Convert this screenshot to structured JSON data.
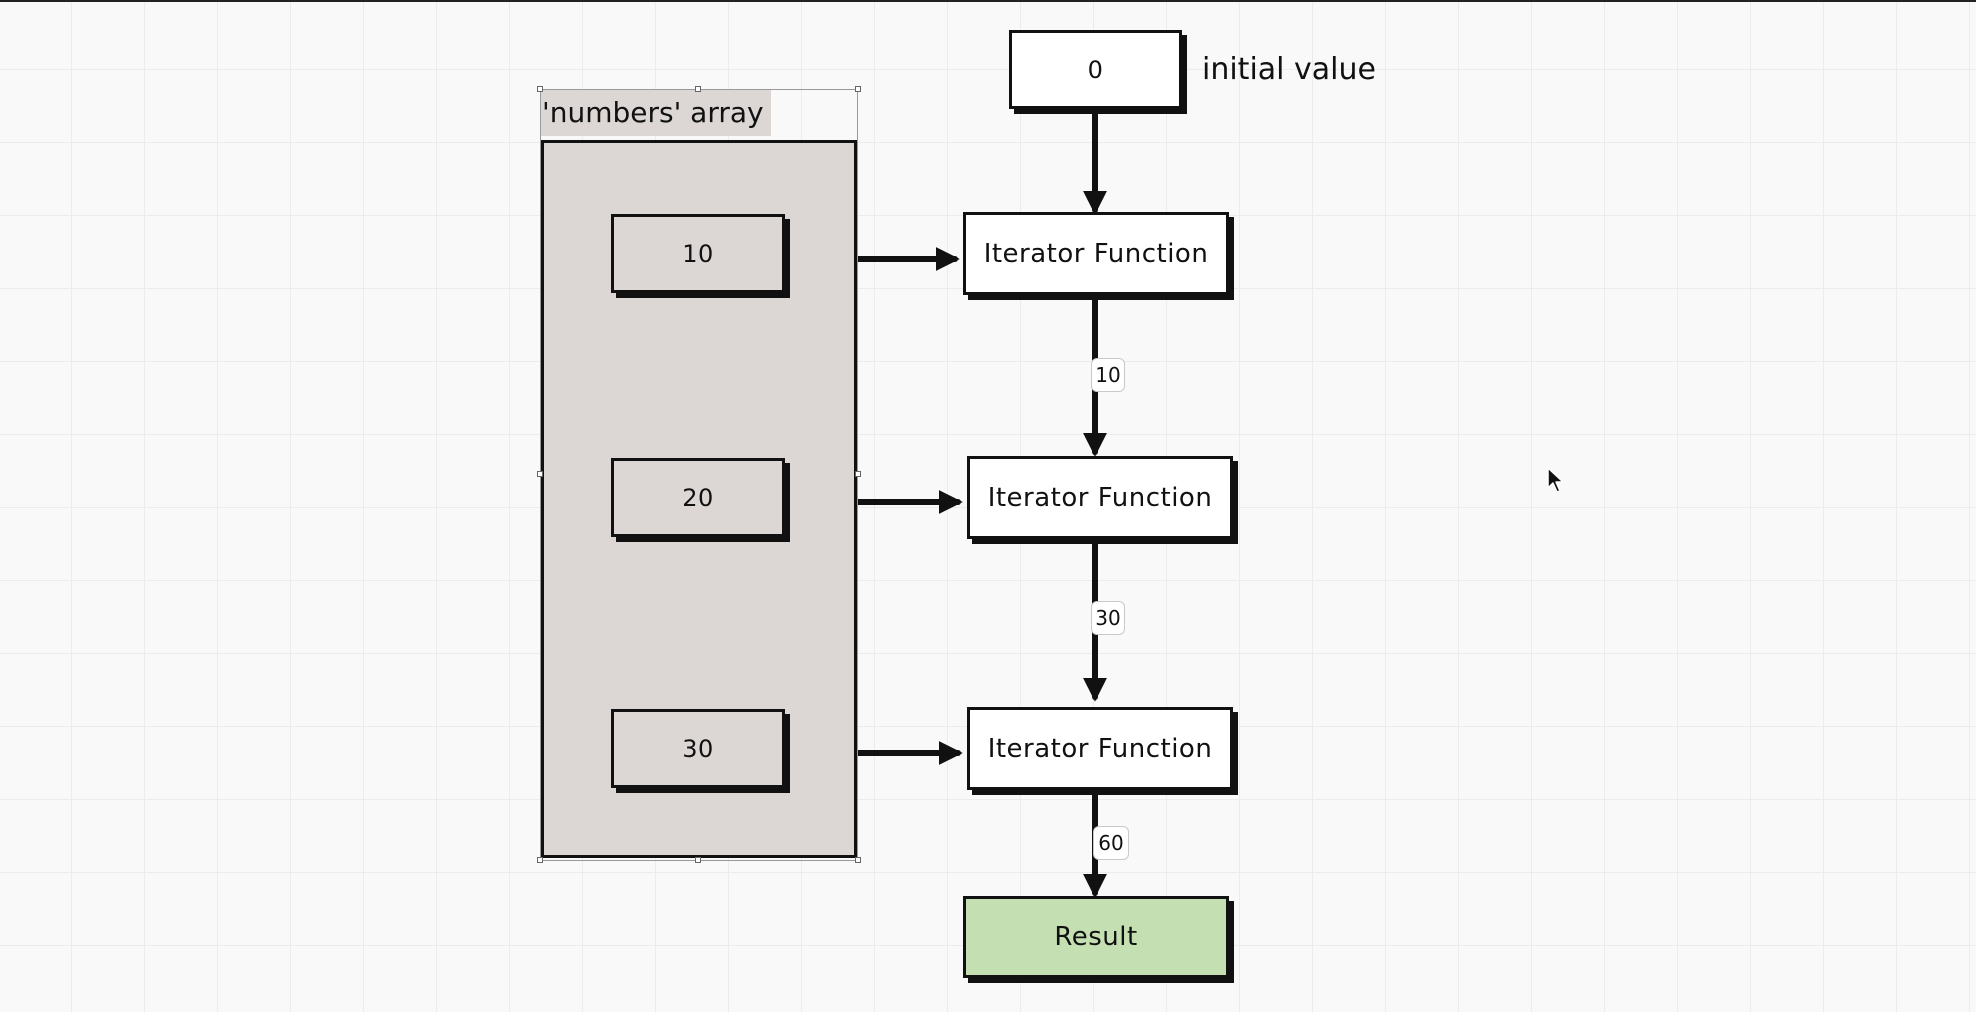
{
  "diagram": {
    "initial": {
      "value": "0",
      "label": "initial value"
    },
    "array": {
      "label": "'numbers' array",
      "items": [
        {
          "label": "10"
        },
        {
          "label": "20"
        },
        {
          "label": "30"
        }
      ]
    },
    "iterators": [
      {
        "label": "Iterator Function"
      },
      {
        "label": "Iterator Function"
      },
      {
        "label": "Iterator Function"
      }
    ],
    "edge_labels": [
      "10",
      "30",
      "60"
    ],
    "result": {
      "label": "Result"
    },
    "colors": {
      "array_fill": "#dcd6d5",
      "result_fill": "#c4e0b2",
      "stroke": "#111111",
      "grid": "#ececec"
    }
  }
}
